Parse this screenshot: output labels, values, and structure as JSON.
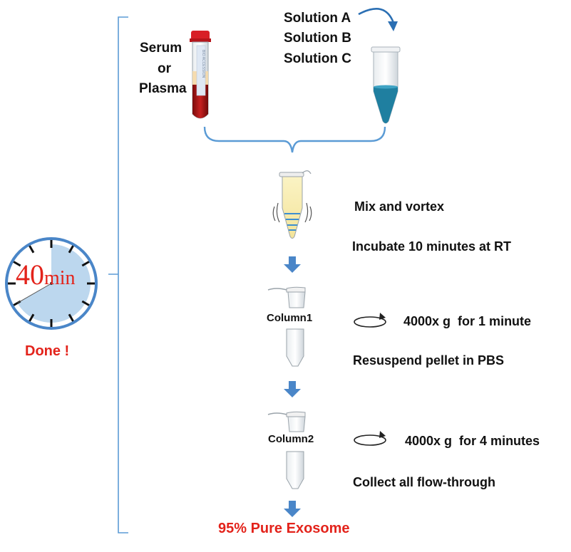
{
  "inputs": {
    "sample_line1": "Serum",
    "sample_line2": "or",
    "sample_line3": "Plasma",
    "solutions": [
      "Solution A",
      "Solution B",
      "Solution C"
    ],
    "tube_label": "BIO ACCESSION"
  },
  "timer": {
    "number": "40",
    "unit": "min",
    "elapsed_fraction": 0.667,
    "fill_color": "#bcd7ee",
    "label": "Done !"
  },
  "steps": {
    "mix": "Mix and vortex",
    "incubate": "Incubate 10 minutes at RT",
    "column1": "Column1",
    "spin1": "4000x g  for 1 minute",
    "resuspend": "Resuspend pellet in PBS",
    "column2": "Column2",
    "spin2": "4000x g  for 4 minutes",
    "collect": "Collect all flow-through"
  },
  "result": "95% Pure Exosome",
  "colors": {
    "accent_red": "#e3231b",
    "arrow_blue": "#4a86c8",
    "brace_blue": "#5b9bd5",
    "blood_red": "#9c1414",
    "solution_blue": "#1f7fa0"
  }
}
